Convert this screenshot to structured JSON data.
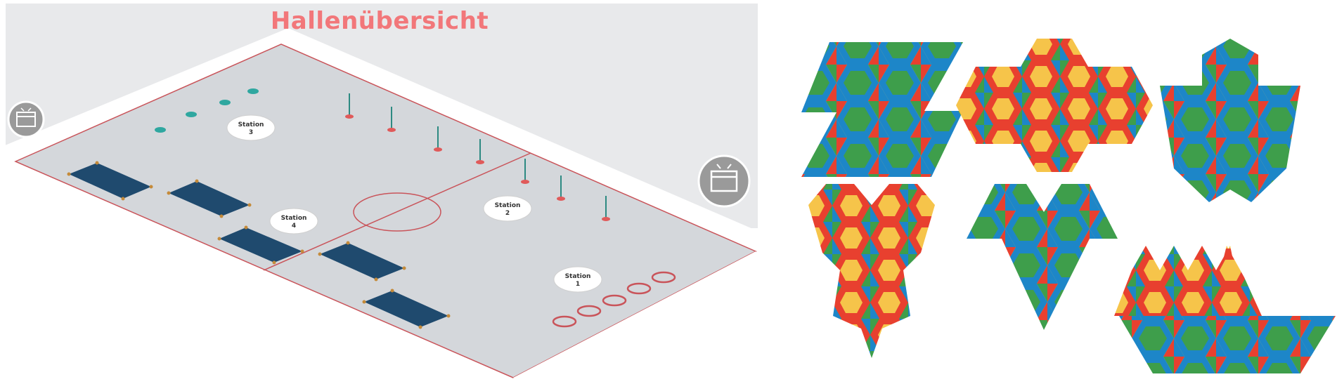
{
  "header": {
    "title": "Hallenübersicht"
  },
  "stations": [
    {
      "id": "station-1",
      "line1": "Station",
      "line2": "1"
    },
    {
      "id": "station-2",
      "line1": "Station",
      "line2": "2"
    },
    {
      "id": "station-3",
      "line1": "Station",
      "line2": "3"
    },
    {
      "id": "station-4",
      "line1": "Station",
      "line2": "4"
    }
  ],
  "icons": [
    {
      "name": "gym-box-icon-left"
    },
    {
      "name": "gym-box-icon-right"
    }
  ],
  "colors": {
    "title": "#f2777a",
    "floor": "#d5d8dc",
    "mat": "#1f4a6e",
    "line": "#c9545a",
    "cone": "#2fa7a0",
    "tile_red": "#e8402f",
    "tile_yellow": "#f6c44a",
    "tile_green": "#3e9e4b",
    "tile_blue": "#1d86c8"
  },
  "puzzle": {
    "shapes": [
      "z-shape",
      "cross-shape",
      "flower-shape",
      "heart-shape",
      "v-shape",
      "boat-shape"
    ]
  }
}
